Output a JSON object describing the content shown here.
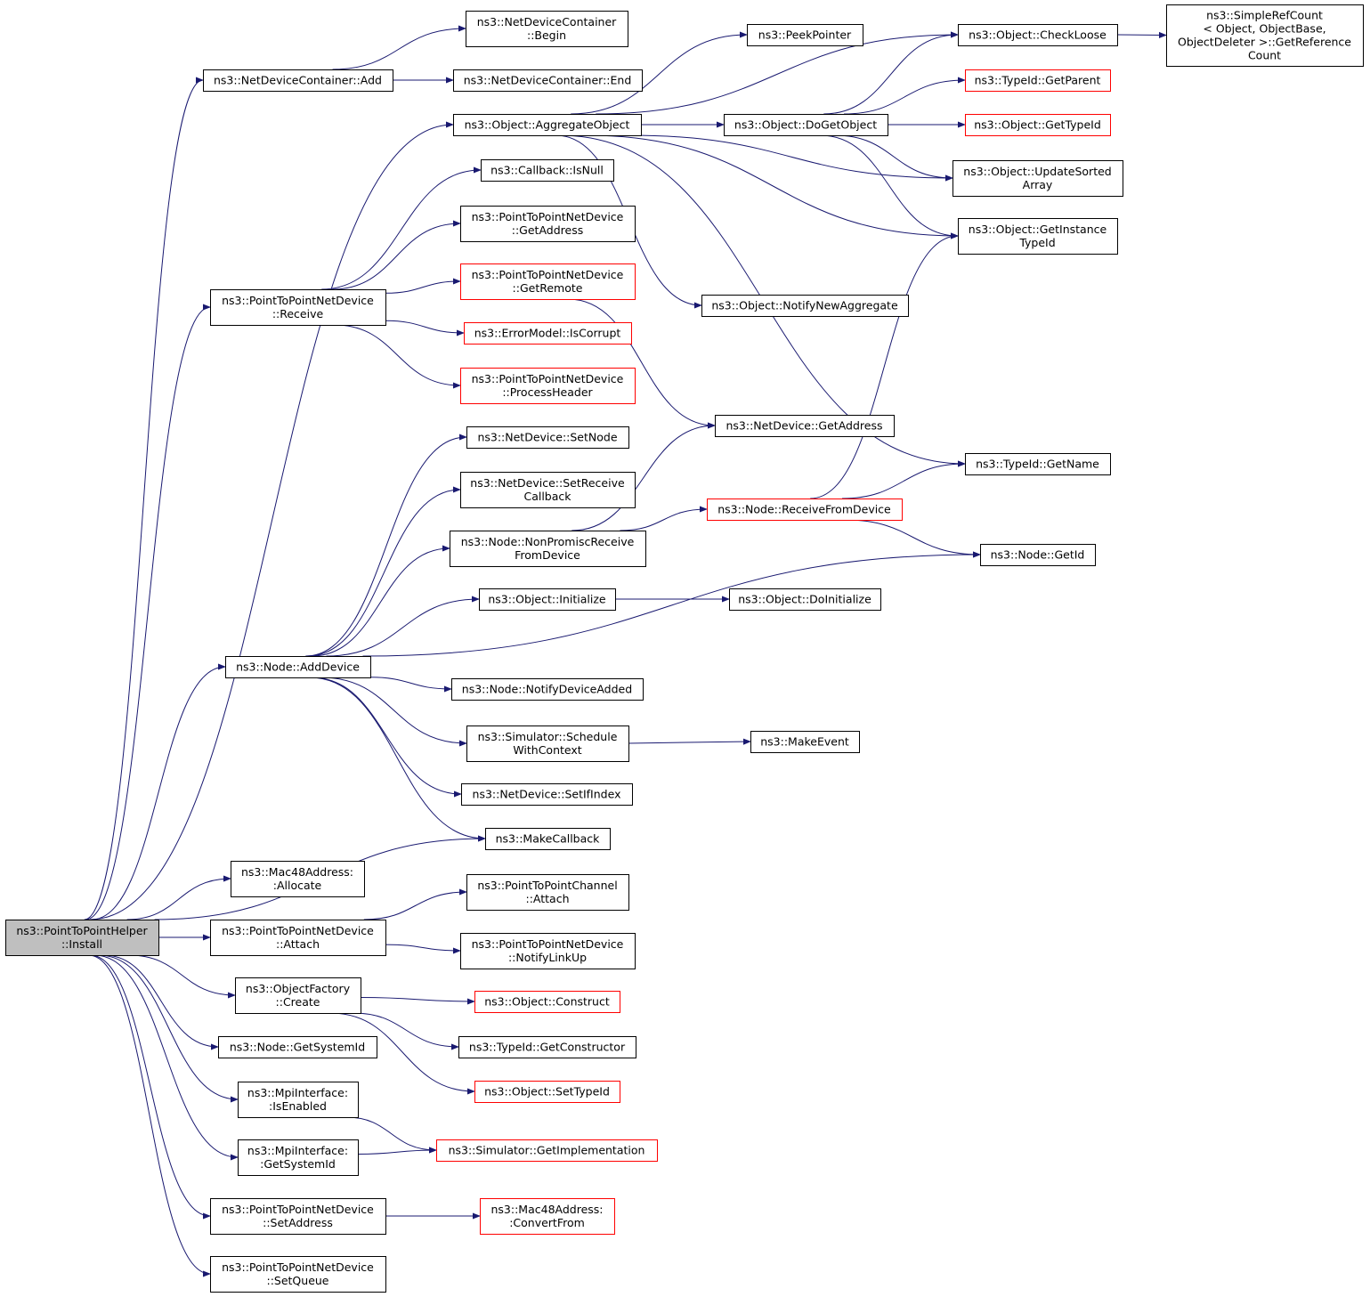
{
  "colors": {
    "background": "#ffffff",
    "edge": "#191970",
    "box_border": "#000000",
    "external_border": "#ff0000",
    "root_fill": "#bfbfbf",
    "node_fill": "#ffffff",
    "text": "#000000"
  },
  "nodes": [
    {
      "id": "install",
      "lines": [
        "ns3::PointToPointHelper",
        "::Install"
      ],
      "kind": "root"
    },
    {
      "id": "ndc_add",
      "lines": [
        "ns3::NetDeviceContainer::Add"
      ],
      "kind": "normal"
    },
    {
      "id": "ndc_begin",
      "lines": [
        "ns3::NetDeviceContainer",
        "::Begin"
      ],
      "kind": "normal"
    },
    {
      "id": "ndc_end",
      "lines": [
        "ns3::NetDeviceContainer::End"
      ],
      "kind": "normal"
    },
    {
      "id": "aggregate",
      "lines": [
        "ns3::Object::AggregateObject"
      ],
      "kind": "normal"
    },
    {
      "id": "peek",
      "lines": [
        "ns3::PeekPointer"
      ],
      "kind": "normal"
    },
    {
      "id": "checkloose",
      "lines": [
        "ns3::Object::CheckLoose"
      ],
      "kind": "normal"
    },
    {
      "id": "simplerefcount",
      "lines": [
        "ns3::SimpleRefCount",
        "< Object, ObjectBase,",
        " ObjectDeleter >::GetReference",
        "Count"
      ],
      "kind": "normal"
    },
    {
      "id": "getparent",
      "lines": [
        "ns3::TypeId::GetParent"
      ],
      "kind": "external"
    },
    {
      "id": "dogetobject",
      "lines": [
        "ns3::Object::DoGetObject"
      ],
      "kind": "normal"
    },
    {
      "id": "gettypeid",
      "lines": [
        "ns3::Object::GetTypeId"
      ],
      "kind": "external"
    },
    {
      "id": "updatesorted",
      "lines": [
        "ns3::Object::UpdateSorted",
        "Array"
      ],
      "kind": "normal"
    },
    {
      "id": "getinstancetypeid",
      "lines": [
        "ns3::Object::GetInstance",
        "TypeId"
      ],
      "kind": "normal"
    },
    {
      "id": "cb_isnull",
      "lines": [
        "ns3::Callback::IsNull"
      ],
      "kind": "normal"
    },
    {
      "id": "p2p_getaddress",
      "lines": [
        "ns3::PointToPointNetDevice",
        "::GetAddress"
      ],
      "kind": "normal"
    },
    {
      "id": "p2p_getremote",
      "lines": [
        "ns3::PointToPointNetDevice",
        "::GetRemote"
      ],
      "kind": "external"
    },
    {
      "id": "p2p_receive",
      "lines": [
        "ns3::PointToPointNetDevice",
        "::Receive"
      ],
      "kind": "normal"
    },
    {
      "id": "errmodel",
      "lines": [
        "ns3::ErrorModel::IsCorrupt"
      ],
      "kind": "external"
    },
    {
      "id": "processheader",
      "lines": [
        "ns3::PointToPointNetDevice",
        "::ProcessHeader"
      ],
      "kind": "external"
    },
    {
      "id": "notifynewagg",
      "lines": [
        "ns3::Object::NotifyNewAggregate"
      ],
      "kind": "normal"
    },
    {
      "id": "nd_getaddress",
      "lines": [
        "ns3::NetDevice::GetAddress"
      ],
      "kind": "normal"
    },
    {
      "id": "typeid_getname",
      "lines": [
        "ns3::TypeId::GetName"
      ],
      "kind": "normal"
    },
    {
      "id": "nd_setnode",
      "lines": [
        "ns3::NetDevice::SetNode"
      ],
      "kind": "normal"
    },
    {
      "id": "nd_setrecvcb",
      "lines": [
        "ns3::NetDevice::SetReceive",
        "Callback"
      ],
      "kind": "normal"
    },
    {
      "id": "node_recvfromdev",
      "lines": [
        "ns3::Node::ReceiveFromDevice"
      ],
      "kind": "external"
    },
    {
      "id": "node_nonpromisc",
      "lines": [
        "ns3::Node::NonPromiscReceive",
        "FromDevice"
      ],
      "kind": "normal"
    },
    {
      "id": "node_getid",
      "lines": [
        "ns3::Node::GetId"
      ],
      "kind": "normal"
    },
    {
      "id": "obj_initialize",
      "lines": [
        "ns3::Object::Initialize"
      ],
      "kind": "normal"
    },
    {
      "id": "obj_doinitialize",
      "lines": [
        "ns3::Object::DoInitialize"
      ],
      "kind": "normal"
    },
    {
      "id": "node_adddevice",
      "lines": [
        "ns3::Node::AddDevice"
      ],
      "kind": "normal"
    },
    {
      "id": "node_notifydevadded",
      "lines": [
        "ns3::Node::NotifyDeviceAdded"
      ],
      "kind": "normal"
    },
    {
      "id": "sim_schedwithctx",
      "lines": [
        "ns3::Simulator::Schedule",
        "WithContext"
      ],
      "kind": "normal"
    },
    {
      "id": "makeevent",
      "lines": [
        "ns3::MakeEvent"
      ],
      "kind": "normal"
    },
    {
      "id": "nd_setifindex",
      "lines": [
        "ns3::NetDevice::SetIfIndex"
      ],
      "kind": "normal"
    },
    {
      "id": "makecallback",
      "lines": [
        "ns3::MakeCallback"
      ],
      "kind": "normal"
    },
    {
      "id": "mac48_allocate",
      "lines": [
        "ns3::Mac48Address:",
        ":Allocate"
      ],
      "kind": "normal"
    },
    {
      "id": "p2pchan_attach",
      "lines": [
        "ns3::PointToPointChannel",
        "::Attach"
      ],
      "kind": "normal"
    },
    {
      "id": "p2p_attach",
      "lines": [
        "ns3::PointToPointNetDevice",
        "::Attach"
      ],
      "kind": "normal"
    },
    {
      "id": "p2p_notifylinkup",
      "lines": [
        "ns3::PointToPointNetDevice",
        "::NotifyLinkUp"
      ],
      "kind": "normal"
    },
    {
      "id": "objfactory_create",
      "lines": [
        "ns3::ObjectFactory",
        "::Create"
      ],
      "kind": "normal"
    },
    {
      "id": "obj_construct",
      "lines": [
        "ns3::Object::Construct"
      ],
      "kind": "external"
    },
    {
      "id": "typeid_getctor",
      "lines": [
        "ns3::TypeId::GetConstructor"
      ],
      "kind": "normal"
    },
    {
      "id": "node_getsystemid",
      "lines": [
        "ns3::Node::GetSystemId"
      ],
      "kind": "normal"
    },
    {
      "id": "obj_settypeid",
      "lines": [
        "ns3::Object::SetTypeId"
      ],
      "kind": "external"
    },
    {
      "id": "mpi_isenabled",
      "lines": [
        "ns3::MpiInterface:",
        ":IsEnabled"
      ],
      "kind": "normal"
    },
    {
      "id": "sim_getimpl",
      "lines": [
        "ns3::Simulator::GetImplementation"
      ],
      "kind": "external"
    },
    {
      "id": "mpi_getsystemid",
      "lines": [
        "ns3::MpiInterface:",
        ":GetSystemId"
      ],
      "kind": "normal"
    },
    {
      "id": "p2p_setaddress",
      "lines": [
        "ns3::PointToPointNetDevice",
        "::SetAddress"
      ],
      "kind": "normal"
    },
    {
      "id": "mac48_convertfrom",
      "lines": [
        "ns3::Mac48Address:",
        ":ConvertFrom"
      ],
      "kind": "external"
    },
    {
      "id": "p2p_setqueue",
      "lines": [
        "ns3::PointToPointNetDevice",
        "::SetQueue"
      ],
      "kind": "normal"
    }
  ],
  "edges": [
    [
      "install",
      "ndc_add"
    ],
    [
      "install",
      "aggregate"
    ],
    [
      "install",
      "p2p_receive"
    ],
    [
      "install",
      "node_adddevice"
    ],
    [
      "install",
      "makecallback"
    ],
    [
      "install",
      "mac48_allocate"
    ],
    [
      "install",
      "p2p_attach"
    ],
    [
      "install",
      "objfactory_create"
    ],
    [
      "install",
      "node_getsystemid"
    ],
    [
      "install",
      "mpi_isenabled"
    ],
    [
      "install",
      "mpi_getsystemid"
    ],
    [
      "install",
      "p2p_setaddress"
    ],
    [
      "install",
      "p2p_setqueue"
    ],
    [
      "ndc_add",
      "ndc_begin"
    ],
    [
      "ndc_add",
      "ndc_end"
    ],
    [
      "aggregate",
      "peek"
    ],
    [
      "aggregate",
      "checkloose"
    ],
    [
      "aggregate",
      "dogetobject"
    ],
    [
      "aggregate",
      "updatesorted"
    ],
    [
      "aggregate",
      "getinstancetypeid"
    ],
    [
      "aggregate",
      "notifynewagg"
    ],
    [
      "aggregate",
      "typeid_getname"
    ],
    [
      "checkloose",
      "simplerefcount"
    ],
    [
      "dogetobject",
      "checkloose"
    ],
    [
      "dogetobject",
      "getparent"
    ],
    [
      "dogetobject",
      "gettypeid"
    ],
    [
      "dogetobject",
      "updatesorted"
    ],
    [
      "dogetobject",
      "getinstancetypeid"
    ],
    [
      "p2p_receive",
      "cb_isnull"
    ],
    [
      "p2p_receive",
      "p2p_getaddress"
    ],
    [
      "p2p_receive",
      "p2p_getremote"
    ],
    [
      "p2p_receive",
      "errmodel"
    ],
    [
      "p2p_receive",
      "processheader"
    ],
    [
      "p2p_getremote",
      "nd_getaddress"
    ],
    [
      "node_adddevice",
      "nd_setnode"
    ],
    [
      "node_adddevice",
      "nd_setrecvcb"
    ],
    [
      "node_adddevice",
      "node_nonpromisc"
    ],
    [
      "node_adddevice",
      "obj_initialize"
    ],
    [
      "node_adddevice",
      "node_getid"
    ],
    [
      "node_adddevice",
      "node_notifydevadded"
    ],
    [
      "node_adddevice",
      "sim_schedwithctx"
    ],
    [
      "node_adddevice",
      "nd_setifindex"
    ],
    [
      "node_adddevice",
      "makecallback"
    ],
    [
      "node_nonpromisc",
      "nd_getaddress"
    ],
    [
      "node_nonpromisc",
      "node_recvfromdev"
    ],
    [
      "node_recvfromdev",
      "getinstancetypeid"
    ],
    [
      "node_recvfromdev",
      "typeid_getname"
    ],
    [
      "node_recvfromdev",
      "node_getid"
    ],
    [
      "obj_initialize",
      "obj_doinitialize"
    ],
    [
      "sim_schedwithctx",
      "makeevent"
    ],
    [
      "p2p_attach",
      "p2pchan_attach"
    ],
    [
      "p2p_attach",
      "p2p_notifylinkup"
    ],
    [
      "objfactory_create",
      "obj_construct"
    ],
    [
      "objfactory_create",
      "typeid_getctor"
    ],
    [
      "objfactory_create",
      "obj_settypeid"
    ],
    [
      "mpi_isenabled",
      "sim_getimpl"
    ],
    [
      "mpi_getsystemid",
      "sim_getimpl"
    ],
    [
      "p2p_setaddress",
      "mac48_convertfrom"
    ]
  ]
}
